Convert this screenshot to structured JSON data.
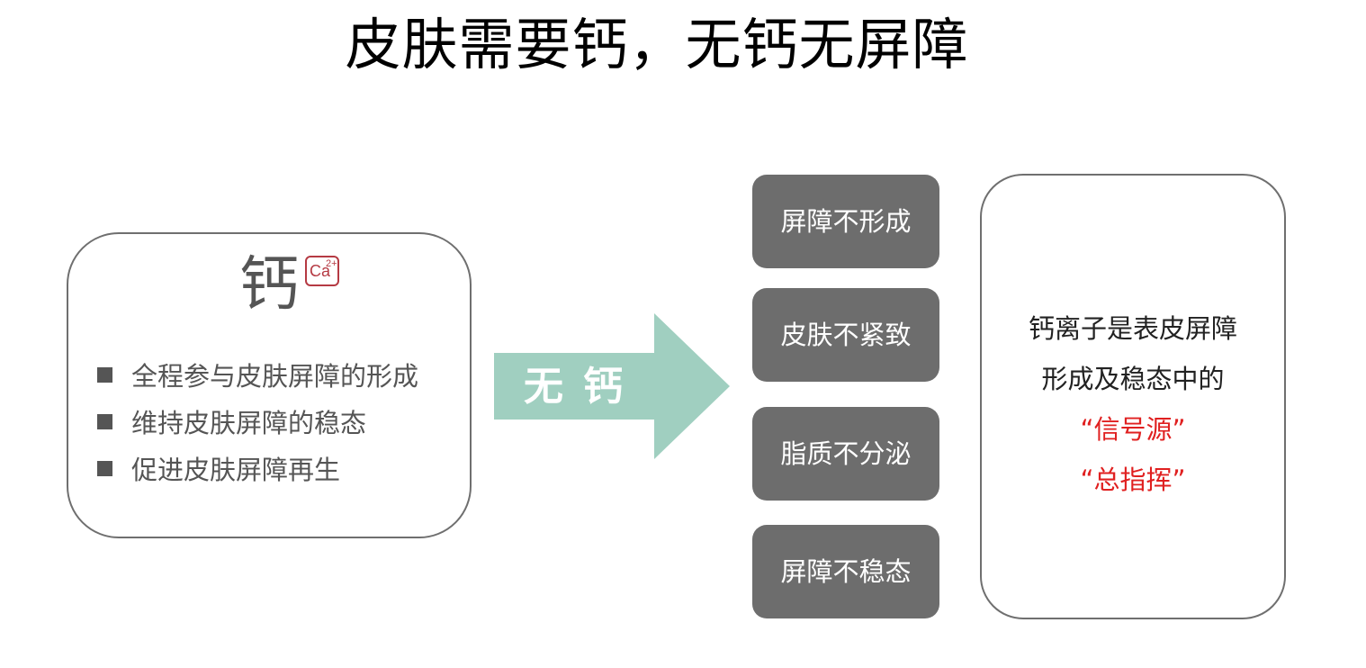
{
  "title": "皮肤需要钙，无钙无屏障",
  "calcium": {
    "char": "钙",
    "badge_symbol": "Ca",
    "badge_charge": "2+",
    "badge_color": "#b53a43",
    "bullets": [
      "全程参与皮肤屏障的形成",
      "维持皮肤屏障的稳态",
      "促进皮肤屏障再生"
    ]
  },
  "arrow": {
    "label": "无钙",
    "color": "#a0cfc0"
  },
  "effects": [
    "屏障不形成",
    "皮肤不紧致",
    "脂质不分泌",
    "屏障不稳态"
  ],
  "summary": {
    "line1": "钙离子是表皮屏障",
    "line2": "形成及稳态中的",
    "line3": "“信号源”",
    "line4": "“总指挥”",
    "highlight_color": "#e02020"
  },
  "colors": {
    "effect_box": "#6d6d6d",
    "border": "#6f6f6f",
    "text_gray": "#555555"
  }
}
